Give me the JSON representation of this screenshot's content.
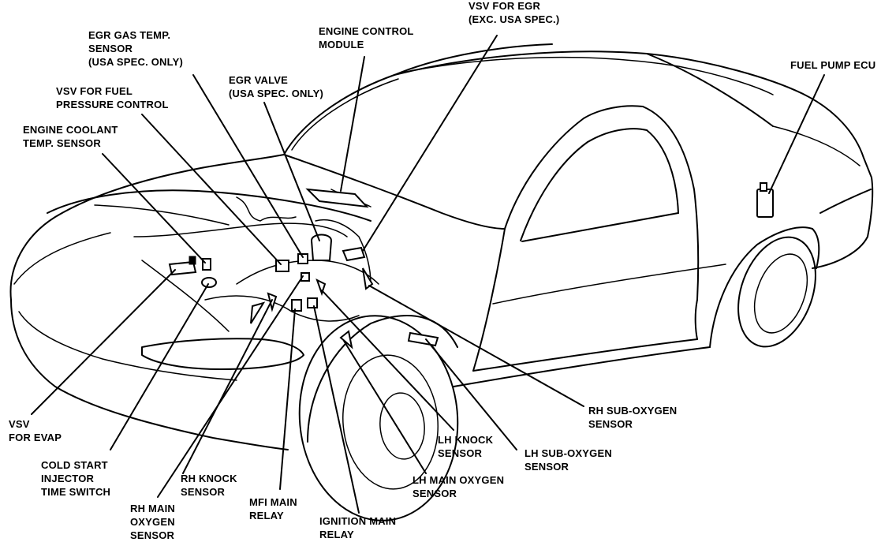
{
  "labels": {
    "vsv_egr": [
      "VSV FOR EGR",
      "(EXC. USA SPEC.)"
    ],
    "engine_control_module": [
      "ENGINE CONTROL",
      "MODULE"
    ],
    "egr_gas_temp_sensor": [
      "EGR GAS TEMP.",
      "SENSOR",
      "(USA SPEC. ONLY)"
    ],
    "egr_valve": [
      "EGR VALVE",
      "(USA SPEC. ONLY)"
    ],
    "vsv_fuel_pressure": [
      "VSV FOR FUEL",
      "PRESSURE CONTROL"
    ],
    "engine_coolant_temp": [
      "ENGINE COOLANT",
      "TEMP. SENSOR"
    ],
    "fuel_pump_ecu": [
      "FUEL PUMP ECU"
    ],
    "vsv_evap": [
      "VSV",
      "FOR EVAP"
    ],
    "cold_start_injector": [
      "COLD START",
      "INJECTOR",
      "TIME SWITCH"
    ],
    "rh_knock_sensor": [
      "RH KNOCK",
      "SENSOR"
    ],
    "rh_main_oxygen": [
      "RH MAIN",
      "OXYGEN",
      "SENSOR"
    ],
    "mfi_main_relay": [
      "MFI MAIN",
      "RELAY"
    ],
    "ignition_main_relay": [
      "IGNITION MAIN",
      "RELAY"
    ],
    "lh_main_oxygen": [
      "LH MAIN OXYGEN",
      "SENSOR"
    ],
    "lh_knock_sensor": [
      "LH KNOCK",
      "SENSOR"
    ],
    "lh_sub_oxygen": [
      "LH SUB-OXYGEN",
      "SENSOR"
    ],
    "rh_sub_oxygen": [
      "RH SUB-OXYGEN",
      "SENSOR"
    ]
  }
}
